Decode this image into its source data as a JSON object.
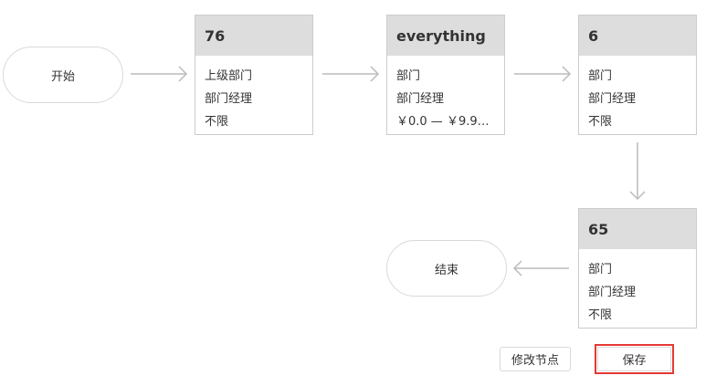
{
  "flow": {
    "start": {
      "label": "开始"
    },
    "end": {
      "label": "结束"
    },
    "nodes": [
      {
        "title": "76",
        "lines": [
          "上级部门",
          "部门经理",
          "不限"
        ]
      },
      {
        "title": "everything",
        "lines": [
          "部门",
          "部门经理",
          "￥0.0 — ￥9.99..."
        ]
      },
      {
        "title": "6",
        "lines": [
          "部门",
          "部门经理",
          "不限"
        ]
      },
      {
        "title": "65",
        "lines": [
          "部门",
          "部门经理",
          "不限"
        ]
      }
    ]
  },
  "actions": {
    "edit_nodes_label": "修改节点",
    "save_label": "保存"
  },
  "colors": {
    "node_header_bg": "#dddddd",
    "border": "#cccccc",
    "arrow": "#bbbbbb",
    "highlight": "#e53935"
  }
}
